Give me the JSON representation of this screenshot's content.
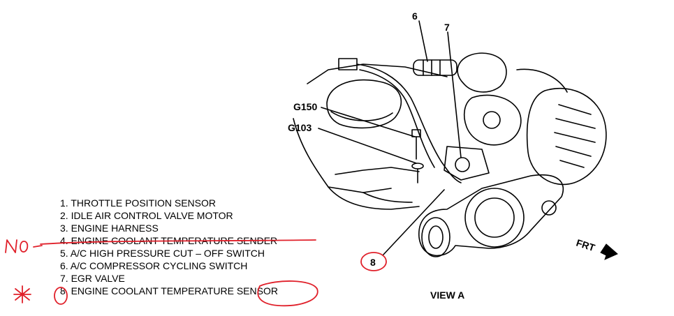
{
  "callouts": {
    "c6": "6",
    "c7": "7",
    "g150": "G150",
    "g103": "G103",
    "c8": "8",
    "frt": "FRT",
    "view": "VIEW  A"
  },
  "legend": [
    {
      "label": "1. THROTTLE POSITION SENSOR"
    },
    {
      "label": "2. IDLE AIR CONTROL VALVE MOTOR"
    },
    {
      "label": "3. ENGINE HARNESS"
    },
    {
      "label": "4. ENGINE COOLANT TEMPERATURE SENDER"
    },
    {
      "label": "5. A/C HIGH PRESSURE CUT – OFF SWITCH"
    },
    {
      "label": "6. A/C COMPRESSOR CYCLING SWITCH"
    },
    {
      "label": "7. EGR VALVE"
    },
    {
      "label": "8. ENGINE COOLANT TEMPERATURE SENSOR"
    }
  ],
  "annotations": {
    "no_mark": "NO",
    "star_mark": "✱"
  },
  "colors": {
    "ink": "#000000",
    "markup": "#e0202a",
    "background": "#ffffff"
  }
}
